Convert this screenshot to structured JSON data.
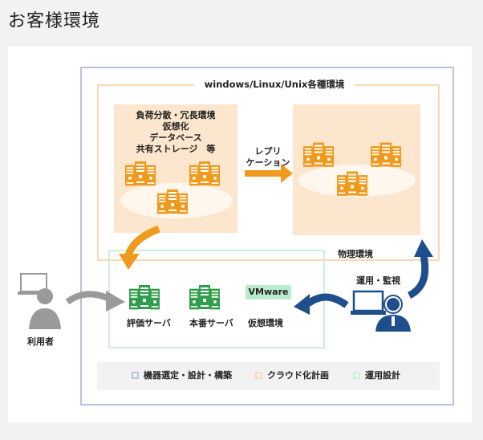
{
  "title": "お客様環境",
  "os_label": "windows/Linux/Unix各種環境",
  "cluster_lines": [
    "負荷分散・冗長環境",
    "仮想化",
    "データベース",
    "共有ストレージ　等"
  ],
  "replication_lines": [
    "レプリ",
    "ケーション"
  ],
  "physical_label": "物理環境",
  "vmware_label": "VMware",
  "eval_server": "評価サーバ",
  "prod_server": "本番サーバ",
  "virtual_env": "仮想環境",
  "ops_label": "運用・監視",
  "user_label": "利用者",
  "legend": [
    {
      "label": "機器選定・設計・構築",
      "color": "#b7c2e3"
    },
    {
      "label": "クラウド化計画",
      "color": "#f7d9b5"
    },
    {
      "label": "運用設計",
      "color": "#cdeed9"
    }
  ],
  "colors": {
    "server_orange": "#ef9a1c",
    "server_green": "#2f9e4a",
    "arrow_orange": "#ef9a1c",
    "arrow_navy": "#1f4e8c",
    "person_gray": "#9a9a9a"
  },
  "icons": [
    "server-icon",
    "user-at-computer-icon",
    "operator-at-computer-icon"
  ]
}
